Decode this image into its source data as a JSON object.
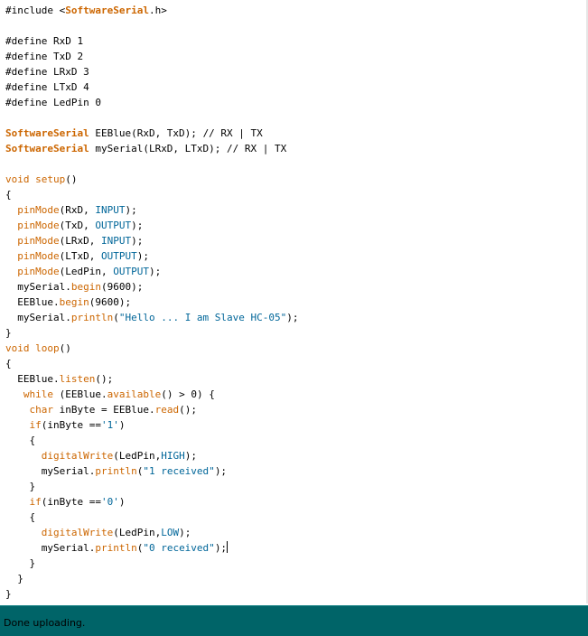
{
  "editor": {
    "lines": [
      [
        {
          "t": "#include <",
          "c": "plain"
        },
        {
          "t": "SoftwareSerial",
          "c": "type"
        },
        {
          "t": ".h>",
          "c": "plain"
        }
      ],
      [],
      [
        {
          "t": "#define RxD 1",
          "c": "plain"
        }
      ],
      [
        {
          "t": "#define TxD 2",
          "c": "plain"
        }
      ],
      [
        {
          "t": "#define LRxD 3",
          "c": "plain"
        }
      ],
      [
        {
          "t": "#define LTxD 4",
          "c": "plain"
        }
      ],
      [
        {
          "t": "#define LedPin 0",
          "c": "plain"
        }
      ],
      [],
      [
        {
          "t": "SoftwareSerial",
          "c": "type"
        },
        {
          "t": " EEBlue(RxD, TxD); ",
          "c": "plain"
        },
        {
          "t": "// RX | TX",
          "c": "cmt"
        }
      ],
      [
        {
          "t": "SoftwareSerial",
          "c": "type"
        },
        {
          "t": " mySerial(LRxD, LTxD); ",
          "c": "plain"
        },
        {
          "t": "// RX | TX",
          "c": "cmt"
        }
      ],
      [],
      [
        {
          "t": "void",
          "c": "kw"
        },
        {
          "t": " ",
          "c": "plain"
        },
        {
          "t": "setup",
          "c": "func"
        },
        {
          "t": "()",
          "c": "plain"
        }
      ],
      [
        {
          "t": "{",
          "c": "plain"
        }
      ],
      [
        {
          "t": "  ",
          "c": "plain"
        },
        {
          "t": "pinMode",
          "c": "func"
        },
        {
          "t": "(RxD, ",
          "c": "plain"
        },
        {
          "t": "INPUT",
          "c": "const"
        },
        {
          "t": ");",
          "c": "plain"
        }
      ],
      [
        {
          "t": "  ",
          "c": "plain"
        },
        {
          "t": "pinMode",
          "c": "func"
        },
        {
          "t": "(TxD, ",
          "c": "plain"
        },
        {
          "t": "OUTPUT",
          "c": "const"
        },
        {
          "t": ");",
          "c": "plain"
        }
      ],
      [
        {
          "t": "  ",
          "c": "plain"
        },
        {
          "t": "pinMode",
          "c": "func"
        },
        {
          "t": "(LRxD, ",
          "c": "plain"
        },
        {
          "t": "INPUT",
          "c": "const"
        },
        {
          "t": ");",
          "c": "plain"
        }
      ],
      [
        {
          "t": "  ",
          "c": "plain"
        },
        {
          "t": "pinMode",
          "c": "func"
        },
        {
          "t": "(LTxD, ",
          "c": "plain"
        },
        {
          "t": "OUTPUT",
          "c": "const"
        },
        {
          "t": ");",
          "c": "plain"
        }
      ],
      [
        {
          "t": "  ",
          "c": "plain"
        },
        {
          "t": "pinMode",
          "c": "func"
        },
        {
          "t": "(LedPin, ",
          "c": "plain"
        },
        {
          "t": "OUTPUT",
          "c": "const"
        },
        {
          "t": ");",
          "c": "plain"
        }
      ],
      [
        {
          "t": "  mySerial.",
          "c": "plain"
        },
        {
          "t": "begin",
          "c": "func"
        },
        {
          "t": "(9600);",
          "c": "plain"
        }
      ],
      [
        {
          "t": "  EEBlue.",
          "c": "plain"
        },
        {
          "t": "begin",
          "c": "func"
        },
        {
          "t": "(9600);",
          "c": "plain"
        }
      ],
      [
        {
          "t": "  mySerial.",
          "c": "plain"
        },
        {
          "t": "println",
          "c": "func"
        },
        {
          "t": "(",
          "c": "plain"
        },
        {
          "t": "\"Hello ... I am Slave HC-05\"",
          "c": "str"
        },
        {
          "t": ");",
          "c": "plain"
        }
      ],
      [
        {
          "t": "}",
          "c": "plain"
        }
      ],
      [
        {
          "t": "void",
          "c": "kw"
        },
        {
          "t": " ",
          "c": "plain"
        },
        {
          "t": "loop",
          "c": "func"
        },
        {
          "t": "()",
          "c": "plain"
        }
      ],
      [
        {
          "t": "{",
          "c": "plain"
        }
      ],
      [
        {
          "t": "  EEBlue.",
          "c": "plain"
        },
        {
          "t": "listen",
          "c": "func"
        },
        {
          "t": "();",
          "c": "plain"
        }
      ],
      [
        {
          "t": "   ",
          "c": "plain"
        },
        {
          "t": "while",
          "c": "kw"
        },
        {
          "t": " (EEBlue.",
          "c": "plain"
        },
        {
          "t": "available",
          "c": "func"
        },
        {
          "t": "() > 0) {",
          "c": "plain"
        }
      ],
      [
        {
          "t": "    ",
          "c": "plain"
        },
        {
          "t": "char",
          "c": "kw"
        },
        {
          "t": " inByte = EEBlue.",
          "c": "plain"
        },
        {
          "t": "read",
          "c": "func"
        },
        {
          "t": "();",
          "c": "plain"
        }
      ],
      [
        {
          "t": "    ",
          "c": "plain"
        },
        {
          "t": "if",
          "c": "kw"
        },
        {
          "t": "(inByte ==",
          "c": "plain"
        },
        {
          "t": "'1'",
          "c": "str"
        },
        {
          "t": ")",
          "c": "plain"
        }
      ],
      [
        {
          "t": "    {",
          "c": "plain"
        }
      ],
      [
        {
          "t": "      ",
          "c": "plain"
        },
        {
          "t": "digitalWrite",
          "c": "func"
        },
        {
          "t": "(LedPin,",
          "c": "plain"
        },
        {
          "t": "HIGH",
          "c": "const"
        },
        {
          "t": ");",
          "c": "plain"
        }
      ],
      [
        {
          "t": "      mySerial.",
          "c": "plain"
        },
        {
          "t": "println",
          "c": "func"
        },
        {
          "t": "(",
          "c": "plain"
        },
        {
          "t": "\"1 received\"",
          "c": "str"
        },
        {
          "t": ");",
          "c": "plain"
        }
      ],
      [
        {
          "t": "    }",
          "c": "plain"
        }
      ],
      [
        {
          "t": "    ",
          "c": "plain"
        },
        {
          "t": "if",
          "c": "kw"
        },
        {
          "t": "(inByte ==",
          "c": "plain"
        },
        {
          "t": "'0'",
          "c": "str"
        },
        {
          "t": ")",
          "c": "plain"
        }
      ],
      [
        {
          "t": "    {",
          "c": "plain"
        }
      ],
      [
        {
          "t": "      ",
          "c": "plain"
        },
        {
          "t": "digitalWrite",
          "c": "func"
        },
        {
          "t": "(LedPin,",
          "c": "plain"
        },
        {
          "t": "LOW",
          "c": "const"
        },
        {
          "t": ");",
          "c": "plain"
        }
      ],
      [
        {
          "t": "      mySerial.",
          "c": "plain"
        },
        {
          "t": "println",
          "c": "func"
        },
        {
          "t": "(",
          "c": "plain"
        },
        {
          "t": "\"0 received\"",
          "c": "str"
        },
        {
          "t": ");",
          "c": "plain"
        },
        {
          "t": "",
          "c": "caret"
        }
      ],
      [
        {
          "t": "    }",
          "c": "plain"
        }
      ],
      [
        {
          "t": "  }",
          "c": "plain"
        }
      ],
      [
        {
          "t": "}",
          "c": "plain"
        }
      ]
    ]
  },
  "status": {
    "message": "Done uploading."
  },
  "colors": {
    "status_bar": "#006468",
    "keyword": "#cc6600",
    "constant": "#006699"
  }
}
